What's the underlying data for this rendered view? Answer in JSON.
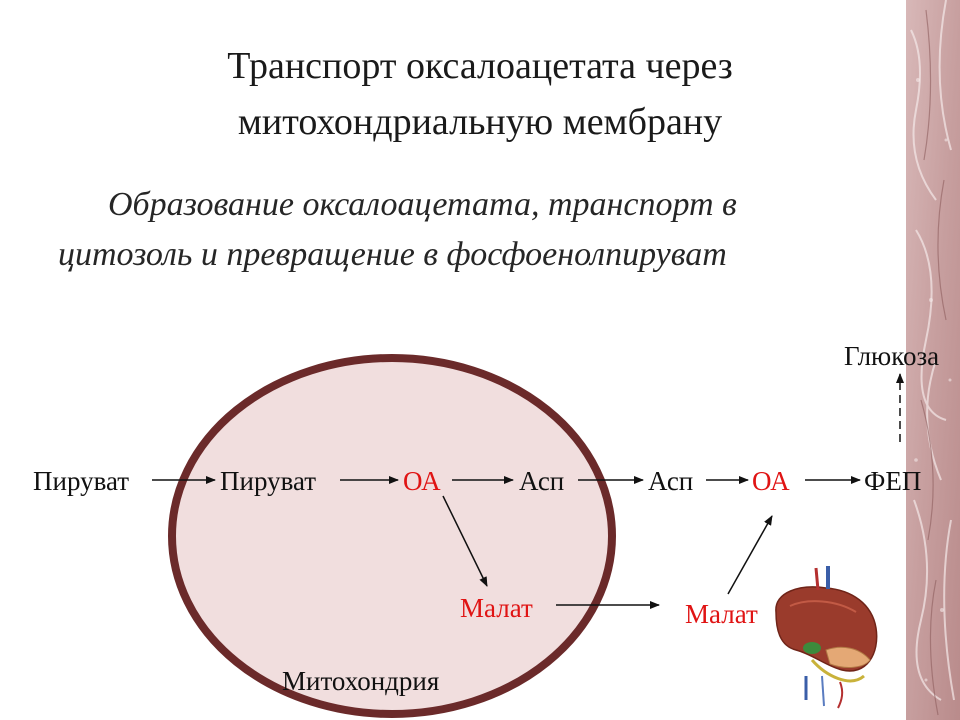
{
  "title": {
    "line1": "Транспорт оксалоацетата через",
    "line2": "митохондриальную мембрану"
  },
  "subtitle": {
    "line1": "Образование оксалоацетата, транспорт в",
    "line2": "цитозоль и превращение в фосфоенолпируват"
  },
  "diagram": {
    "nodes": {
      "pyruvate_cytosol": "Пируват",
      "pyruvate_mito": "Пируват",
      "oa_mito": "ОА",
      "asp_mito": "Асп",
      "asp_cytosol": "Асп",
      "oa_cytosol": "ОА",
      "pep": "ФЕП",
      "glucose": "Глюкоза",
      "malate_mito": "Малат",
      "malate_cytosol": "Малат"
    },
    "mitochondrion_label": "Митохондрия",
    "icons": [
      "liver-organs-icon"
    ]
  },
  "colors": {
    "mitochondrion_fill": "#f1dede",
    "mitochondrion_stroke": "#6b2a2a",
    "highlight_text": "#e01414",
    "side_texture": "#c79f9f"
  }
}
